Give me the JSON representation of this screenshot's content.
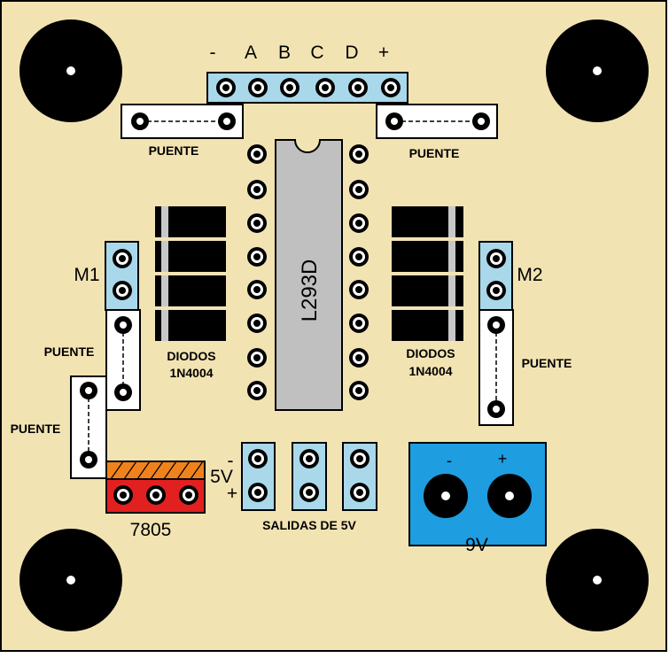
{
  "colors": {
    "board": "#f2e3b3",
    "outline": "#000000",
    "pin_block": "#a9d8ea",
    "regulator_red": "#e32020",
    "regulator_orange": "#f0821e",
    "ic_body": "#c0c0c0",
    "terminal_blue": "#1e9de1",
    "bridge_fill": "#ffffff"
  },
  "header": {
    "pins": [
      "-",
      "A",
      "B",
      "C",
      "D",
      "+"
    ]
  },
  "bridges": {
    "top_left": "PUENTE",
    "top_right": "PUENTE",
    "left_upper": "PUENTE",
    "left_lower": "PUENTE",
    "right": "PUENTE"
  },
  "ic": {
    "label": "L293D"
  },
  "diodes": {
    "left_label_line1": "DIODOS",
    "left_label_line2": "1N4004",
    "right_label_line1": "DIODOS",
    "right_label_line2": "1N4004"
  },
  "motors": {
    "m1_label": "M1",
    "m2_label": "M2"
  },
  "regulator": {
    "label": "7805",
    "output_label": "5V",
    "minus": "-",
    "plus": "+"
  },
  "outputs": {
    "label": "SALIDAS DE 5V"
  },
  "power": {
    "label": "9V",
    "minus": "-",
    "plus": "+"
  },
  "icons": {
    "mount_hole": "mounting-hole-icon",
    "pad": "solder-pad-icon",
    "diode": "diode-icon"
  }
}
